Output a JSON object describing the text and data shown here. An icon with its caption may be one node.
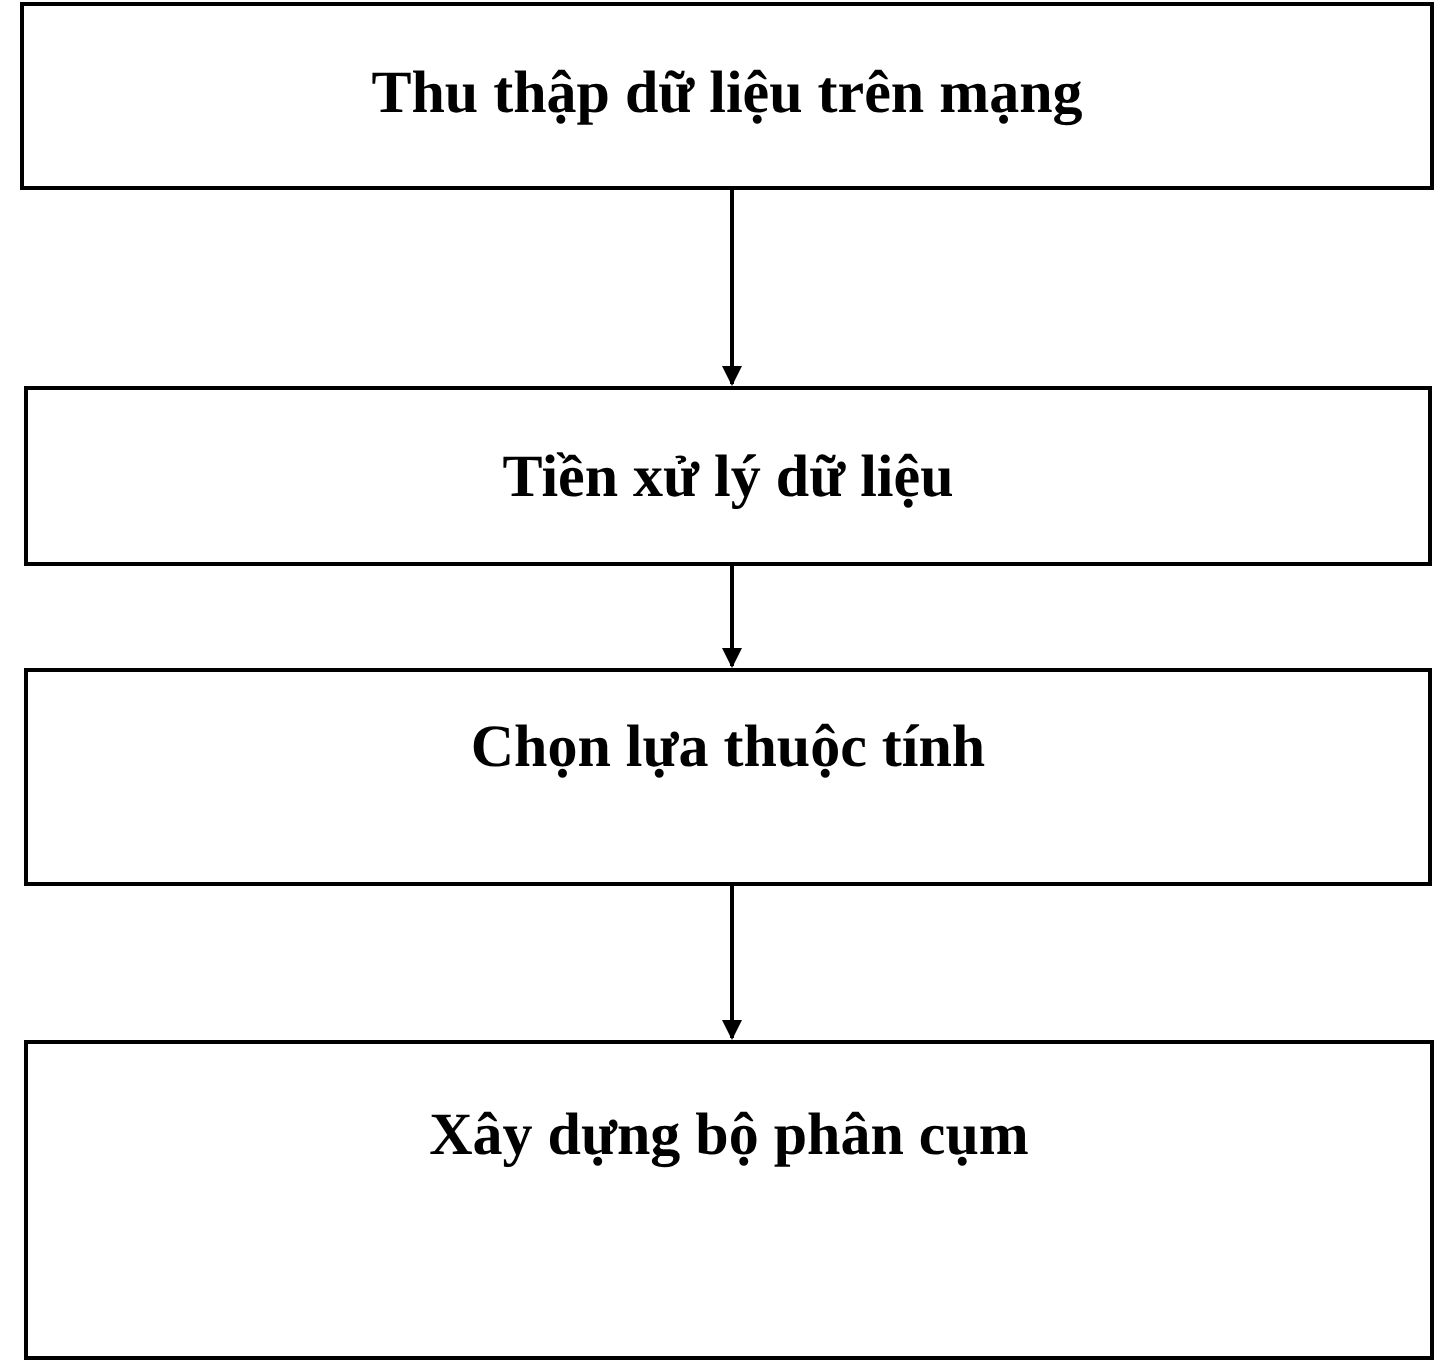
{
  "diagram": {
    "nodes": [
      {
        "text": [
          "Thu thập dữ liệu trên mạng"
        ]
      },
      {
        "text": [
          "Tiền xử lý dữ liệu"
        ]
      },
      {
        "text": [
          "Chọn lựa thuộc tính"
        ]
      },
      {
        "text": [
          "Xây dựng bộ phân cụm"
        ]
      }
    ],
    "edges": [
      {
        "from": 0,
        "to": 1,
        "arrow": "to"
      },
      {
        "from": 1,
        "to": 2,
        "arrow": "to"
      },
      {
        "from": 2,
        "to": 3,
        "arrow": "to"
      }
    ]
  }
}
